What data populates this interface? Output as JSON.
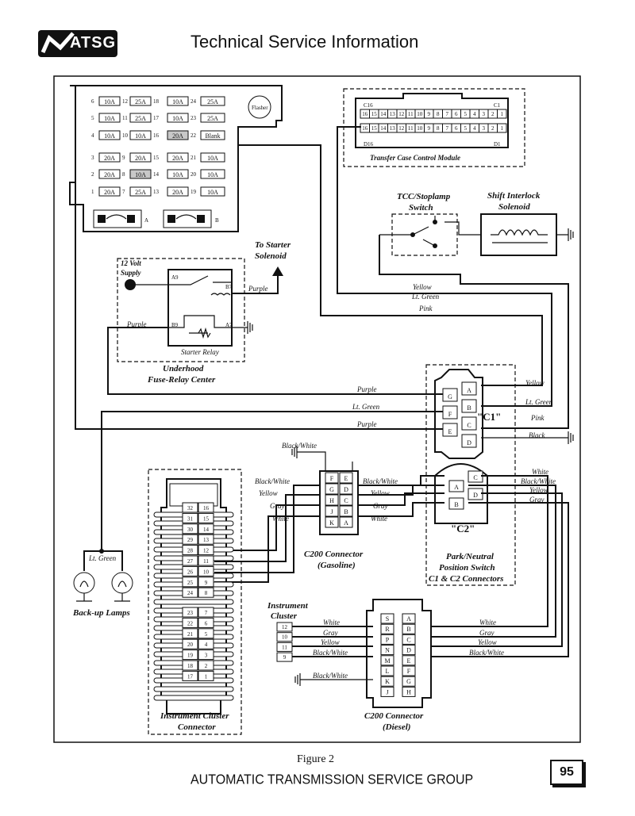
{
  "header": {
    "title": "Technical Service Information",
    "logo_text": "ATSG"
  },
  "footer": {
    "text": "AUTOMATIC TRANSMISSION SERVICE GROUP",
    "figure": "Figure 2",
    "page": "95"
  },
  "fuse_block": {
    "rows": [
      {
        "num": "6",
        "cells": [
          [
            "10A",
            "12"
          ],
          [
            "25A",
            "18"
          ],
          [
            "10A",
            "24"
          ],
          [
            "25A",
            ""
          ]
        ]
      },
      {
        "num": "5",
        "cells": [
          [
            "10A",
            "11"
          ],
          [
            "25A",
            "17"
          ],
          [
            "10A",
            "23"
          ],
          [
            "25A",
            ""
          ]
        ]
      },
      {
        "num": "4",
        "cells": [
          [
            "10A",
            "10"
          ],
          [
            "10A",
            "16"
          ],
          [
            "20A",
            "22"
          ],
          [
            "Blank",
            ""
          ]
        ]
      },
      {
        "num": "3",
        "cells": [
          [
            "20A",
            "9"
          ],
          [
            "20A",
            "15"
          ],
          [
            "20A",
            "21"
          ],
          [
            "10A",
            ""
          ]
        ]
      },
      {
        "num": "2",
        "cells": [
          [
            "20A",
            "8"
          ],
          [
            "10A",
            "14"
          ],
          [
            "10A",
            "20"
          ],
          [
            "10A",
            ""
          ]
        ]
      },
      {
        "num": "1",
        "cells": [
          [
            "20A",
            "7"
          ],
          [
            "25A",
            "13"
          ],
          [
            "20A",
            "19"
          ],
          [
            "10A",
            ""
          ]
        ]
      }
    ],
    "flasher": "Flasher",
    "relay_a": "A",
    "relay_b": "B"
  },
  "tccm": {
    "label": "Transfer Case Control Module",
    "c16": "C16",
    "c1": "C1",
    "d16": "D16",
    "d1": "D1",
    "pins": [
      "16",
      "15",
      "14",
      "13",
      "12",
      "11",
      "10",
      "9",
      "8",
      "7",
      "6",
      "5",
      "4",
      "3",
      "2",
      "1"
    ]
  },
  "tcc_switch": {
    "label_line1": "TCC/Stoplamp",
    "label_line2": "Switch"
  },
  "shift_interlock": {
    "label_line1": "Shift Interlock",
    "label_line2": "Solenoid"
  },
  "starter": {
    "to_starter_line1": "To Starter",
    "to_starter_line2": "Solenoid",
    "supply_line1": "12 Volt",
    "supply_line2": "Supply",
    "a9": "A9",
    "b7": "B7",
    "b9": "B9",
    "a7": "A7",
    "relay": "Starter Relay",
    "center_line1": "Underhood",
    "center_line2": "Fuse-Relay Center"
  },
  "wires": {
    "purple": "Purple",
    "lt_green": "Lt. Green",
    "yellow": "Yellow",
    "pink": "Pink",
    "black": "Black",
    "white": "White",
    "gray": "Gray",
    "black_white": "Black/White"
  },
  "c1": {
    "label": "\"C1\"",
    "left_pins": [
      "G",
      "F",
      "E"
    ],
    "right_pins": [
      "A",
      "B",
      "C",
      "D"
    ]
  },
  "c2": {
    "label": "\"C2\"",
    "pins": [
      "C",
      "A",
      "D",
      "B"
    ]
  },
  "park_neutral": {
    "line1": "Park/Neutral",
    "line2": "Position Switch",
    "line3": "C1 & C2 Connectors"
  },
  "c200_gas": {
    "line1": "C200 Connector",
    "line2": "(Gasoline)",
    "left_pins": [
      "F",
      "G",
      "H",
      "J",
      "K"
    ],
    "right_pins": [
      "E",
      "D",
      "C",
      "B",
      "A"
    ]
  },
  "c200_diesel": {
    "line1": "C200 Connector",
    "line2": "(Diesel)",
    "left_pins": [
      "S",
      "R",
      "P",
      "N",
      "M",
      "L",
      "K",
      "J"
    ],
    "right_pins": [
      "A",
      "B",
      "C",
      "D",
      "E",
      "F",
      "G",
      "H"
    ]
  },
  "instrument_cluster": {
    "label_line1": "Instrument",
    "label_line2": "Cluster",
    "pins": [
      "12",
      "10",
      "11",
      "9"
    ],
    "connector_line1": "Instrument Cluster",
    "connector_line2": "Connector",
    "left_pins": [
      "32",
      "31",
      "30",
      "29",
      "28",
      "27",
      "26",
      "25",
      "24",
      "23",
      "22",
      "21",
      "20",
      "19",
      "18",
      "17"
    ],
    "right_pins": [
      "16",
      "15",
      "14",
      "13",
      "12",
      "11",
      "10",
      "9",
      "8",
      "7",
      "6",
      "5",
      "4",
      "3",
      "2",
      "1"
    ]
  },
  "backup": {
    "label": "Back-up Lamps",
    "wire": "Lt. Green"
  }
}
